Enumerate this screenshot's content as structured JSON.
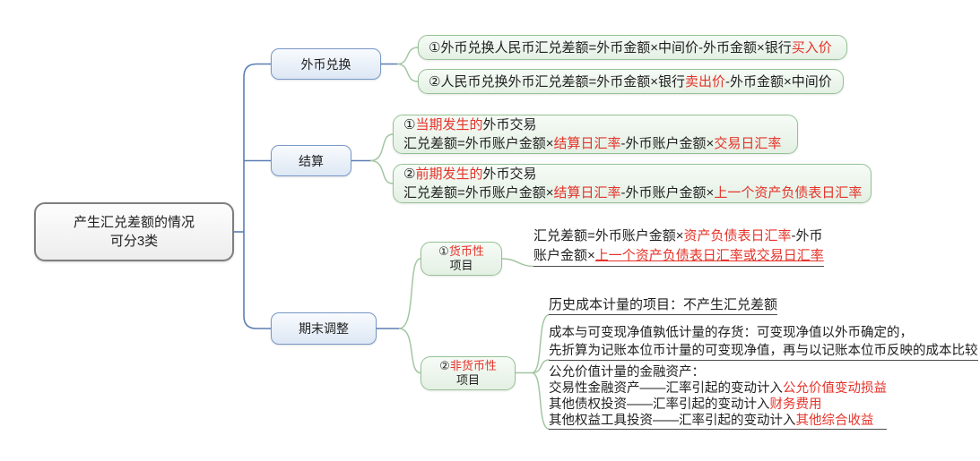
{
  "colors": {
    "red_text": "#e5332a",
    "text": "#1f1f1f",
    "blue_border": "#7898c5",
    "blue_fill": "#dde7f4",
    "green_border": "#95c295",
    "green_fill": "#e4f0e4",
    "blue_line": "#5b7fb4",
    "green_line": "#a3c6a3",
    "underline": "#4c4c4c",
    "root_border": "#7f7f7f",
    "root_fill": "#ededed"
  },
  "nodes": {
    "root": {
      "line1": "产生汇兑差额的情况",
      "line2": "可分3类"
    },
    "branch_fx": "外币兑换",
    "branch_settle": "结算",
    "branch_end": "期末调整",
    "fx1": {
      "s0": "①外币兑换人民币汇兑差额=外币金额×中间价-外币金额×银行",
      "s1": "买入价"
    },
    "fx2": {
      "s0": "②人民币兑换外币汇兑差额=外币金额×银行",
      "s1": "卖出价",
      "s2": "-外币金额×中间价"
    },
    "st1": {
      "l1s0": "①",
      "l1s1": "当期发生的",
      "l1s2": "外币交易",
      "l2s0": "汇兑差额=外币账户金额×",
      "l2s1": "结算日汇率",
      "l2s2": "-外币账户金额×",
      "l2s3": "交易日汇率"
    },
    "st2": {
      "l1s0": "②",
      "l1s1": "前期发生的",
      "l1s2": "外币交易",
      "l2s0": "汇兑差额=外币账户金额×",
      "l2s1": "结算日汇率",
      "l2s2": "-外币账户金额×",
      "l2s3": "上一个资产负债表日汇率"
    },
    "monetary_box": {
      "s0": "①",
      "s1": "货币性",
      "line2": "项目"
    },
    "monetary_text": {
      "l1s0": "汇兑差额=外币账户金额×",
      "l1s1": "资产负债表日汇率",
      "l1s2": "-外币",
      "l2s0": "账户金额×",
      "l2s1": "上一个资产负债表日汇率或交易日汇率"
    },
    "nonmonetary_box": {
      "s0": "②",
      "s1": "非货币性",
      "line2": "项目"
    },
    "hist_text": "历史成本计量的项目：不产生汇兑差额",
    "inv_text": {
      "l1": "成本与可变现净值孰低计量的存货：可变现净值以外币确定的，",
      "l2": "先折算为记账本位币计量的可变现净值，再与以记账本位币反映的成本比较"
    },
    "fv_text": {
      "l1": "公允价值计量的金融资产：",
      "l2s0": "交易性金融资产——汇率引起的变动计入",
      "l2s1": "公允价值变动损益",
      "l3s0": "其他债权投资——汇率引起的变动计入",
      "l3s1": "财务费用",
      "l4s0": "其他权益工具投资——汇率引起的变动计入",
      "l4s1": "其他综合收益"
    }
  }
}
